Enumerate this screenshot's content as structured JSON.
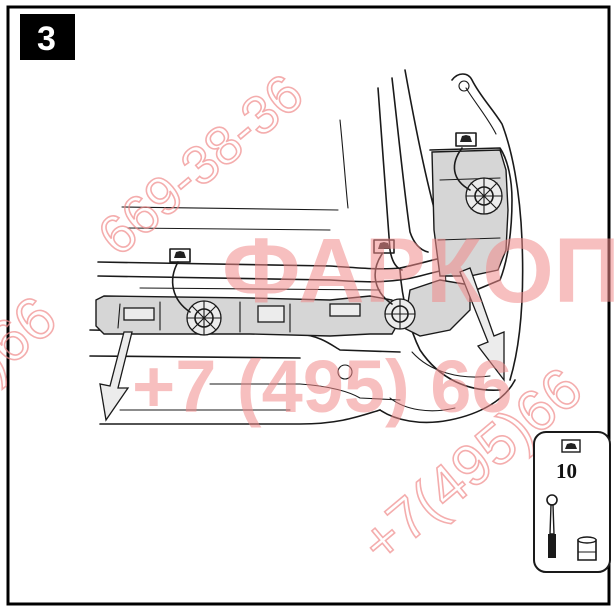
{
  "step": {
    "number": "3"
  },
  "tool": {
    "size": "10"
  },
  "watermark": {
    "brand": "ФАРКОП",
    "phone_top": "669-38-36",
    "phone_middle": "+7 (495) 66",
    "phone_bottom": "+7(495)66",
    "phone_left": ")66"
  },
  "colors": {
    "frame": "#000000",
    "watermark": "#f08a8a",
    "part_fill": "#d6d6d6",
    "arrow_fill": "#ececec"
  },
  "icons": [
    "hand-icon",
    "wrench-icon",
    "socket-icon",
    "arrow-down-icon",
    "curved-arrow-icon"
  ]
}
